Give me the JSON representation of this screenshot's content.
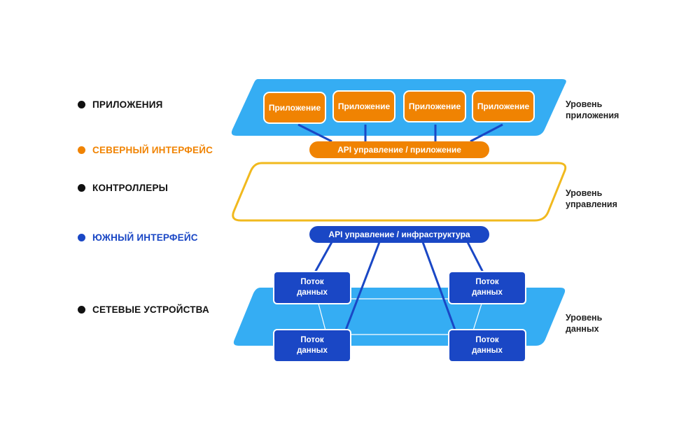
{
  "colors": {
    "orange": "#f08302",
    "light_blue": "#35adf3",
    "dark_blue": "#1a47c5",
    "yellow": "#f1b91e",
    "black": "#111111"
  },
  "legend": [
    {
      "label": "ПРИЛОЖЕНИЯ",
      "color": "#111111"
    },
    {
      "label": "СЕВЕРНЫЙ ИНТЕРФЕЙС",
      "color": "#f08302"
    },
    {
      "label": "КОНТРОЛЛЕРЫ",
      "color": "#111111"
    },
    {
      "label": "ЮЖНЫЙ ИНТЕРФЕЙС",
      "color": "#1a47c5"
    },
    {
      "label": "СЕТЕВЫЕ УСТРОЙСТВА",
      "color": "#111111"
    }
  ],
  "levels": {
    "application": {
      "line1": "Уровень",
      "line2": "приложения"
    },
    "control": {
      "line1": "Уровень",
      "line2": "управления"
    },
    "data": {
      "line1": "Уровень",
      "line2": "данных"
    }
  },
  "apps": [
    "Приложение",
    "Приложение",
    "Приложение",
    "Приложение"
  ],
  "northbound_api": "API управление / приложение",
  "southbound_api": "API управление / инфраструктура",
  "flows": [
    {
      "line1": "Поток",
      "line2": "данных"
    },
    {
      "line1": "Поток",
      "line2": "данных"
    },
    {
      "line1": "Поток",
      "line2": "данных"
    },
    {
      "line1": "Поток",
      "line2": "данных"
    }
  ]
}
